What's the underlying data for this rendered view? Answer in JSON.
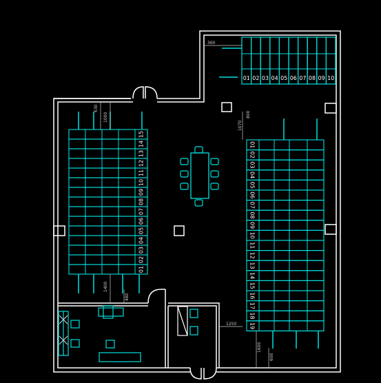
{
  "colors": {
    "background": "#000000",
    "wall": "#ffffff",
    "furniture": "#00e0e0",
    "dimension": "#cccccc"
  },
  "dimensions": {
    "top_right_offset": "360",
    "left_top_gap_a": "630",
    "left_top_gap_b": "1000",
    "left_bottom_gap": "1400",
    "left_bottom_small": "480",
    "right_top_gap_a": "800",
    "right_top_gap_b": "1070",
    "right_bottom_side": "1250",
    "right_bottom_gap_a": "1600",
    "right_bottom_gap_b": "600"
  },
  "racks": {
    "top_right_labels": [
      "01",
      "02",
      "03",
      "04",
      "05",
      "06",
      "07",
      "08",
      "09",
      "10"
    ],
    "left_labels": [
      "01",
      "02",
      "03",
      "04",
      "05",
      "06",
      "07",
      "08",
      "09",
      "10",
      "11",
      "12",
      "13",
      "14",
      "15"
    ],
    "right_labels": [
      "01",
      "02",
      "03",
      "04",
      "05",
      "06",
      "07",
      "08",
      "09",
      "10",
      "11",
      "12",
      "13",
      "14",
      "15",
      "16",
      "17",
      "18",
      "19"
    ]
  }
}
